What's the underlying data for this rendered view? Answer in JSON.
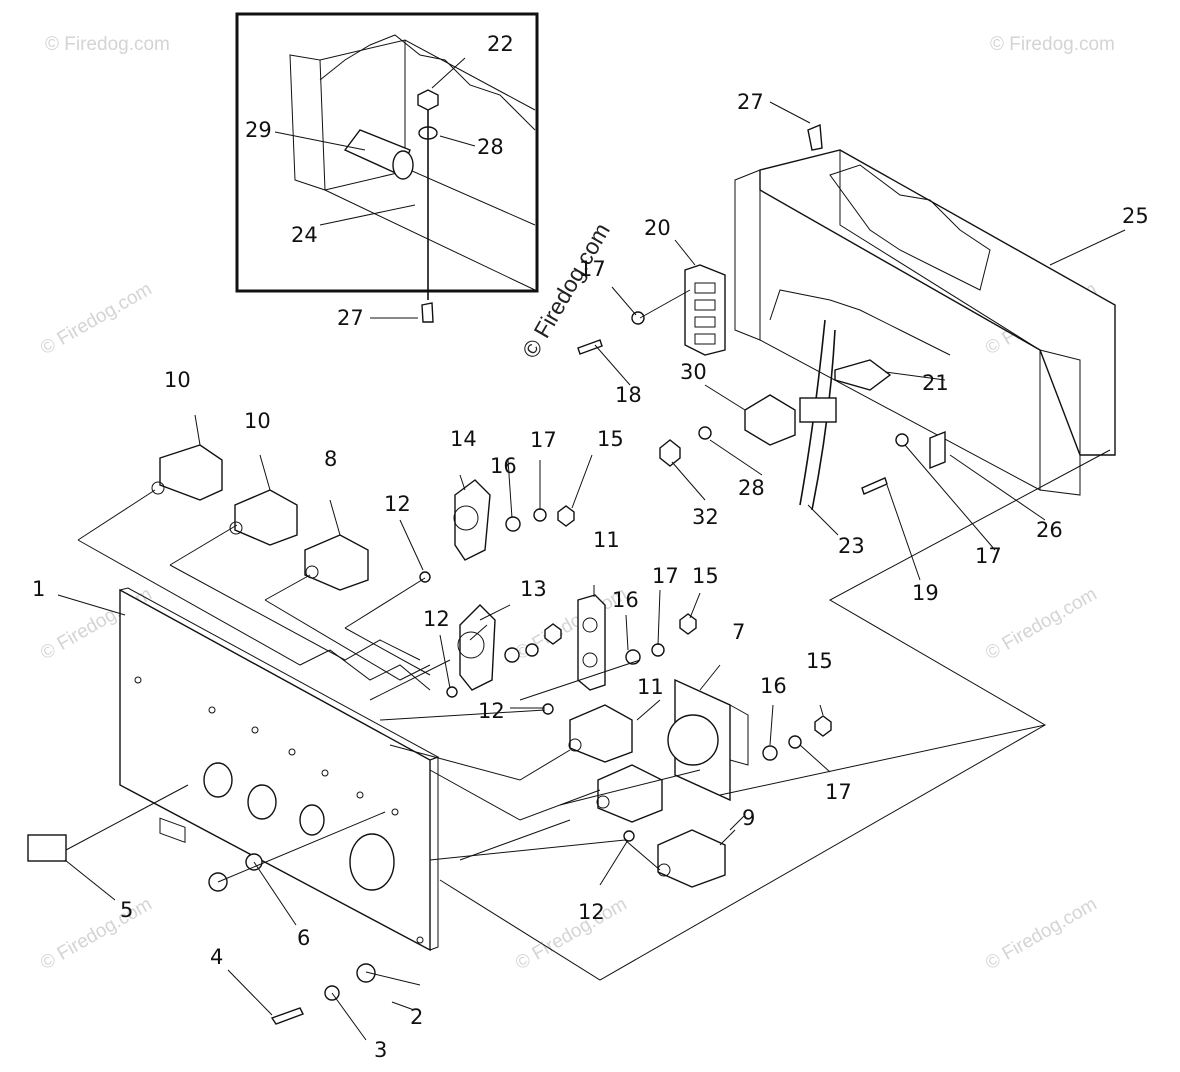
{
  "watermark": {
    "text": "Firedog.com",
    "copyright_text": "© Firedog.com"
  },
  "callouts": {
    "c1": "1",
    "c2": "2",
    "c3": "3",
    "c4": "4",
    "c5": "5",
    "c6": "6",
    "c7": "7",
    "c8": "8",
    "c9": "9",
    "c10a": "10",
    "c10b": "10",
    "c11a": "11",
    "c11b": "11",
    "c12a": "12",
    "c12b": "12",
    "c12c": "12",
    "c12d": "12",
    "c13": "13",
    "c14": "14",
    "c15a": "15",
    "c15b": "15",
    "c15c": "15",
    "c16a": "16",
    "c16b": "16",
    "c16c": "16",
    "c17a": "17",
    "c17b": "17",
    "c17c": "17",
    "c17d": "17",
    "c17e": "17",
    "c18": "18",
    "c19": "19",
    "c20": "20",
    "c21": "21",
    "c22": "22",
    "c23": "23",
    "c24": "24",
    "c25": "25",
    "c26": "26",
    "c27a": "27",
    "c27b": "27",
    "c28a": "28",
    "c28b": "28",
    "c29": "29",
    "c30": "30",
    "c32": "32"
  }
}
